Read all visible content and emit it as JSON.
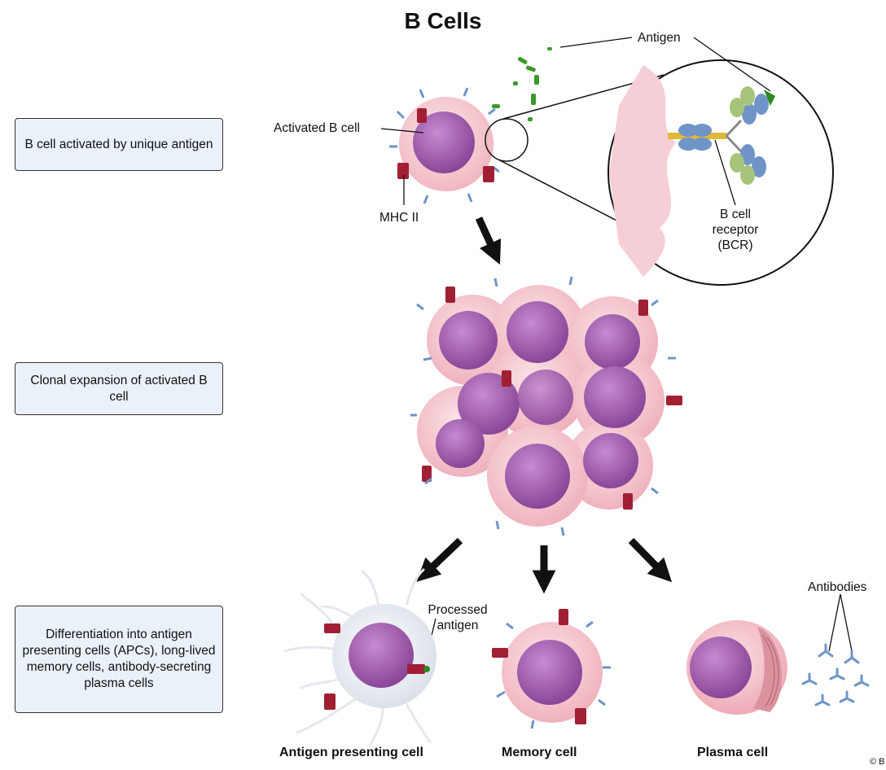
{
  "title": "B Cells",
  "stages": [
    {
      "text": "B cell activated by unique antigen"
    },
    {
      "text": "Clonal expansion of activated B cell"
    },
    {
      "text": "Differentiation into antigen presenting cells (APCs), long-lived memory cells, antibody-secreting plasma cells"
    }
  ],
  "labels": {
    "antigen": "Antigen",
    "activated_b_cell": "Activated B cell",
    "mhc_ii": "MHC II",
    "bcr_line1": "B cell",
    "bcr_line2": "receptor",
    "bcr_line3": "(BCR)",
    "processed_line1": "Processed",
    "processed_line2": "antigen",
    "antibodies": "Antibodies"
  },
  "captions": {
    "apc": "Antigen presenting cell",
    "memory": "Memory cell",
    "plasma": "Plasma cell"
  },
  "copyright": "© B",
  "colors": {
    "membrane": "#f3c3cb",
    "nucleus": "#a45fb0",
    "mhc": "#a11f33",
    "antibody_heavy": "#6f95c8",
    "antibody_light": "#a6c47a",
    "antigen": "#3a9a2a",
    "stage_box_fill": "#eaf1f9"
  }
}
